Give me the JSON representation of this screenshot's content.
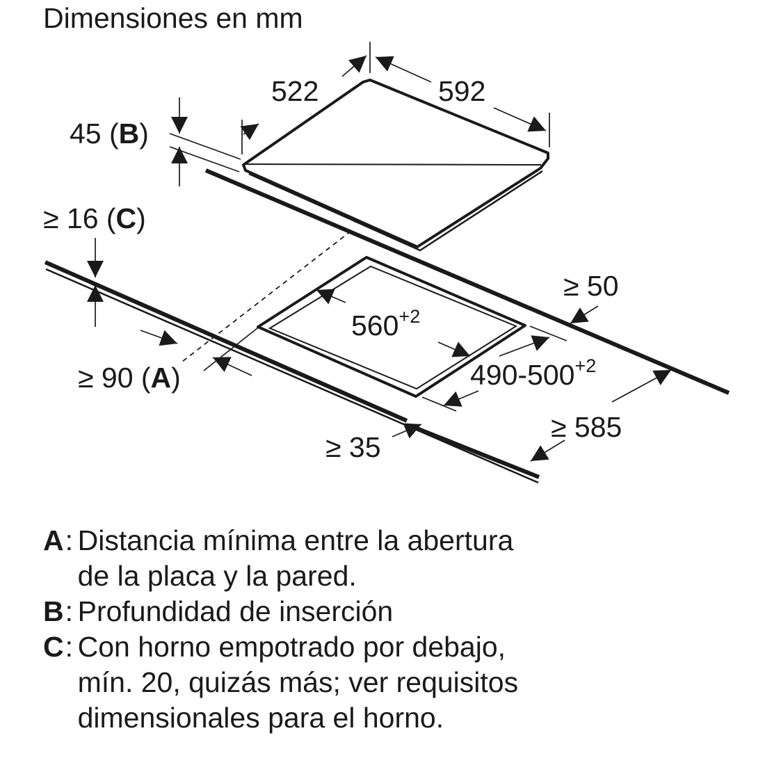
{
  "title": "Dimensiones en mm",
  "dimensions": {
    "hob_depth": "522",
    "hob_width": "592",
    "insertion_depth_value": "45",
    "insertion_depth_key": "B",
    "worktop_thickness_prefix": "≥ 16",
    "worktop_thickness_key": "C",
    "cutout_width": "560",
    "cutout_width_tolerance": "+2",
    "cutout_depth": "490-500",
    "cutout_depth_tolerance": "+2",
    "wall_clearance_prefix": "≥ 90",
    "wall_clearance_key": "A",
    "front_clearance": "≥ 35",
    "rear_clearance": "≥ 50",
    "worktop_depth": "≥ 585"
  },
  "legend": [
    {
      "key": "A",
      "text": "Distancia mínima entre la abertura\nde la placa y la pared."
    },
    {
      "key": "B",
      "text": "Profundidad de inserción"
    },
    {
      "key": "C",
      "text": "Con horno empotrado por debajo,\nmín. 20, quizás más; ver requisitos\ndimensionales para el horno."
    }
  ]
}
